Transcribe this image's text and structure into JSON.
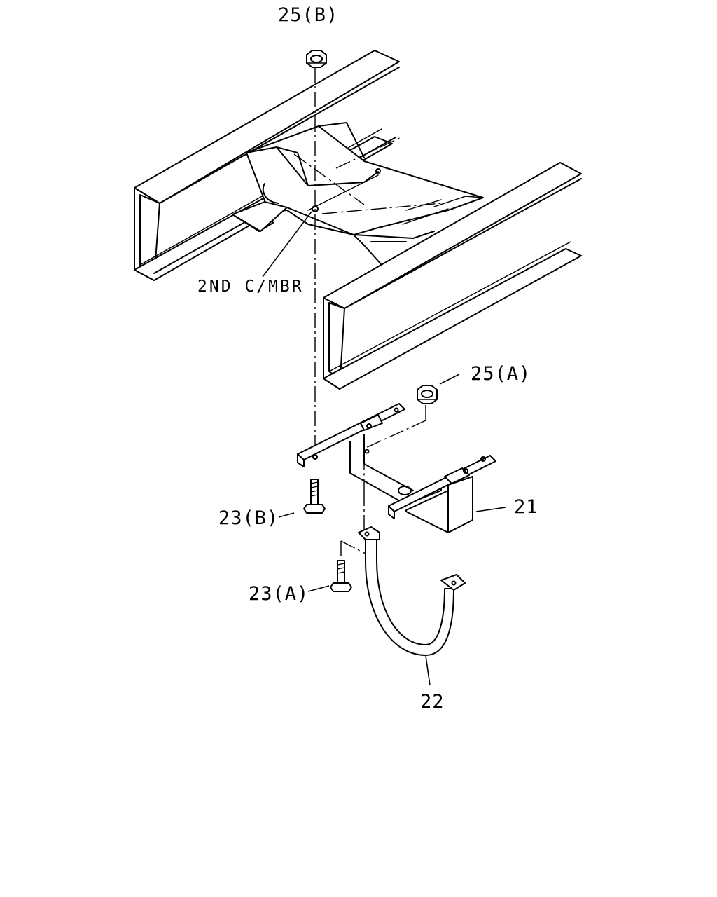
{
  "labels": {
    "nut_b": "25(B)",
    "nut_a": "25(A)",
    "cross_member": "2ND C/MBR",
    "bracket": "21",
    "bolt_b": "23(B)",
    "bolt_a": "23(A)",
    "band": "22"
  }
}
